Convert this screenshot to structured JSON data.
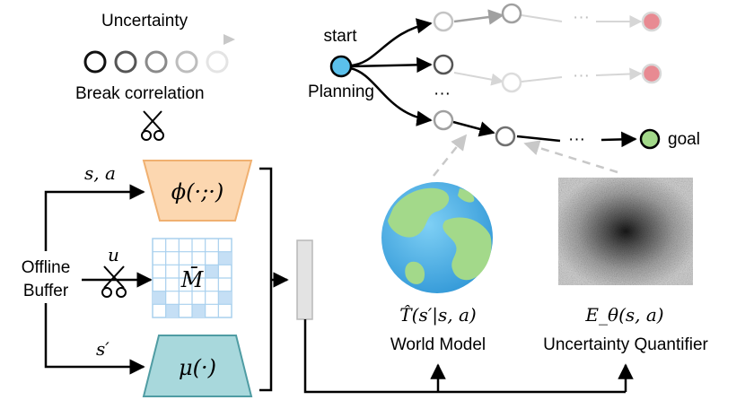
{
  "legend": {
    "uncertainty_label": "Uncertainty",
    "break_label": "Break correlation"
  },
  "planning": {
    "start_label": "start",
    "planning_label": "Planning",
    "goal_label": "goal",
    "ellipsis_main": "···",
    "ellipsis_faded": "···",
    "vertical_dots": "···"
  },
  "inputs": {
    "buffer_line1": "Offline",
    "buffer_line2": "Buffer",
    "sa_label": "s, a",
    "u_label": "u",
    "sprime_label": "s′"
  },
  "modules": {
    "phi_label": "ϕ(·;·)",
    "mu_label": "μ(·)",
    "mask_label": "M̄"
  },
  "models": {
    "world_formula": "T̂(s′|s, a)",
    "world_label": "World Model",
    "uq_formula": "E_θ(s, a)",
    "uq_label": "Uncertainty Quantifier"
  },
  "colors": {
    "start_fill": "#5bc0eb",
    "goal_fill": "#a3d98a",
    "faded_goal_fill": "#e88a92",
    "phi_fill": "#fcd7b0",
    "phi_stroke": "#f0b070",
    "mu_fill": "#a8d8dc",
    "mu_stroke": "#4f9ca3",
    "mask_line": "#a8d0ee",
    "mask_cell": "#c5dff5",
    "concat_fill": "#e3e3e3"
  }
}
